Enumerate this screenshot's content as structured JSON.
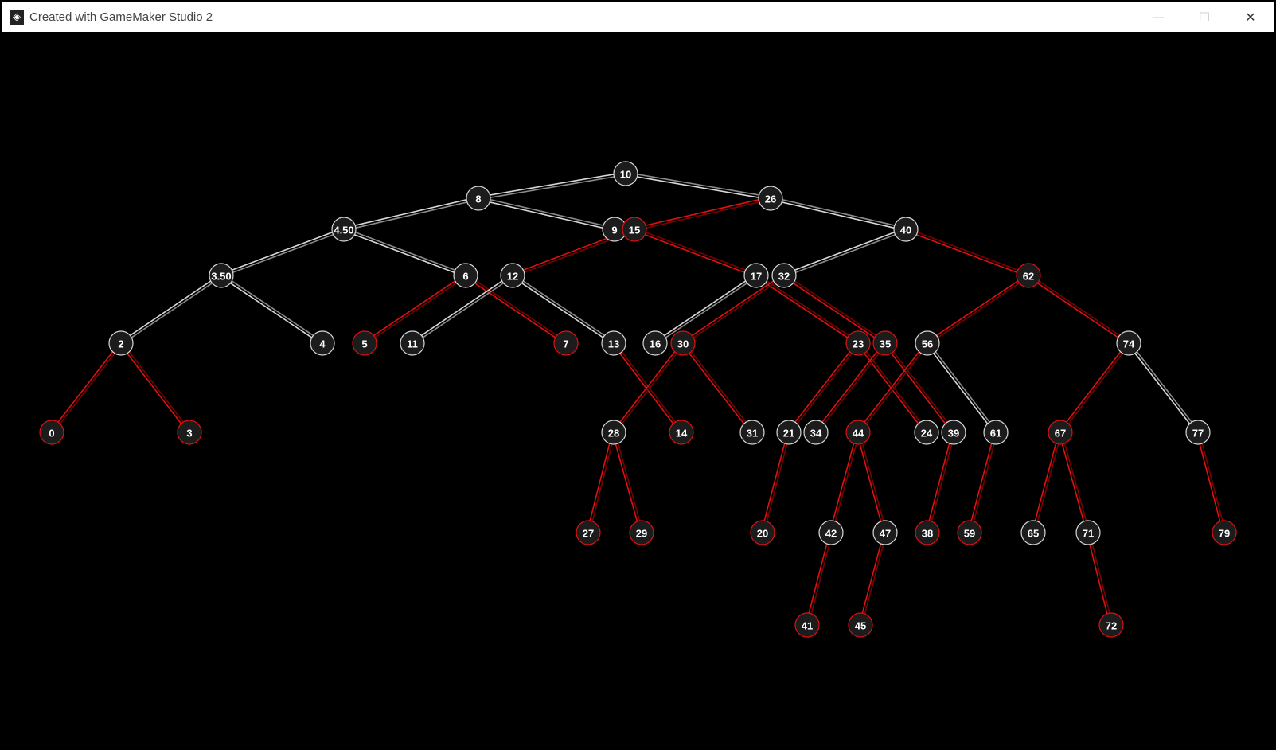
{
  "window": {
    "title": "Created with GameMaker Studio 2",
    "app_icon": "gamemaker-icon",
    "controls": {
      "minimize": "—",
      "maximize": "☐",
      "close": "✕"
    }
  },
  "colors": {
    "background": "#000000",
    "black_node_fill": "#1c1c1c",
    "black_node_stroke": "#d8d8d8",
    "red_node_stroke": "#e01010",
    "red_edge": "#e01010",
    "black_edge": "#d8d8d8"
  },
  "tree": {
    "nodes": [
      {
        "id": "10",
        "label": "10",
        "color": "black"
      },
      {
        "id": "8",
        "label": "8",
        "color": "black"
      },
      {
        "id": "26",
        "label": "26",
        "color": "black"
      },
      {
        "id": "4.50",
        "label": "4.50",
        "color": "black"
      },
      {
        "id": "9",
        "label": "9",
        "color": "black"
      },
      {
        "id": "15",
        "label": "15",
        "color": "red"
      },
      {
        "id": "40",
        "label": "40",
        "color": "black"
      },
      {
        "id": "3.50",
        "label": "3.50",
        "color": "black"
      },
      {
        "id": "6",
        "label": "6",
        "color": "black"
      },
      {
        "id": "12",
        "label": "12",
        "color": "black"
      },
      {
        "id": "17",
        "label": "17",
        "color": "black"
      },
      {
        "id": "32",
        "label": "32",
        "color": "black"
      },
      {
        "id": "62",
        "label": "62",
        "color": "red"
      },
      {
        "id": "2",
        "label": "2",
        "color": "black"
      },
      {
        "id": "4",
        "label": "4",
        "color": "black"
      },
      {
        "id": "5",
        "label": "5",
        "color": "red"
      },
      {
        "id": "11",
        "label": "11",
        "color": "black"
      },
      {
        "id": "7",
        "label": "7",
        "color": "red"
      },
      {
        "id": "13",
        "label": "13",
        "color": "black"
      },
      {
        "id": "16",
        "label": "16",
        "color": "black"
      },
      {
        "id": "30",
        "label": "30",
        "color": "red"
      },
      {
        "id": "23",
        "label": "23",
        "color": "red"
      },
      {
        "id": "35",
        "label": "35",
        "color": "red"
      },
      {
        "id": "56",
        "label": "56",
        "color": "black"
      },
      {
        "id": "74",
        "label": "74",
        "color": "black"
      },
      {
        "id": "0",
        "label": "0",
        "color": "red"
      },
      {
        "id": "3",
        "label": "3",
        "color": "red"
      },
      {
        "id": "28",
        "label": "28",
        "color": "black"
      },
      {
        "id": "14",
        "label": "14",
        "color": "red"
      },
      {
        "id": "31",
        "label": "31",
        "color": "black"
      },
      {
        "id": "21",
        "label": "21",
        "color": "black"
      },
      {
        "id": "34",
        "label": "34",
        "color": "black"
      },
      {
        "id": "44",
        "label": "44",
        "color": "red"
      },
      {
        "id": "24",
        "label": "24",
        "color": "black"
      },
      {
        "id": "39",
        "label": "39",
        "color": "black"
      },
      {
        "id": "61",
        "label": "61",
        "color": "black"
      },
      {
        "id": "67",
        "label": "67",
        "color": "red"
      },
      {
        "id": "77",
        "label": "77",
        "color": "black"
      },
      {
        "id": "27",
        "label": "27",
        "color": "red"
      },
      {
        "id": "29",
        "label": "29",
        "color": "red"
      },
      {
        "id": "20",
        "label": "20",
        "color": "red"
      },
      {
        "id": "42",
        "label": "42",
        "color": "black"
      },
      {
        "id": "47",
        "label": "47",
        "color": "black"
      },
      {
        "id": "38",
        "label": "38",
        "color": "red"
      },
      {
        "id": "59",
        "label": "59",
        "color": "red"
      },
      {
        "id": "65",
        "label": "65",
        "color": "black"
      },
      {
        "id": "71",
        "label": "71",
        "color": "black"
      },
      {
        "id": "79",
        "label": "79",
        "color": "red"
      },
      {
        "id": "41",
        "label": "41",
        "color": "red"
      },
      {
        "id": "45",
        "label": "45",
        "color": "red"
      },
      {
        "id": "72",
        "label": "72",
        "color": "red"
      }
    ],
    "edges": [
      {
        "from": "10",
        "to": "8",
        "color": "black"
      },
      {
        "from": "10",
        "to": "26",
        "color": "black"
      },
      {
        "from": "8",
        "to": "4.50",
        "color": "black"
      },
      {
        "from": "8",
        "to": "9",
        "color": "black"
      },
      {
        "from": "26",
        "to": "15",
        "color": "red"
      },
      {
        "from": "26",
        "to": "40",
        "color": "black"
      },
      {
        "from": "4.50",
        "to": "3.50",
        "color": "black"
      },
      {
        "from": "4.50",
        "to": "6",
        "color": "black"
      },
      {
        "from": "15",
        "to": "12",
        "color": "red"
      },
      {
        "from": "15",
        "to": "17",
        "color": "red"
      },
      {
        "from": "40",
        "to": "32",
        "color": "black"
      },
      {
        "from": "40",
        "to": "62",
        "color": "red"
      },
      {
        "from": "3.50",
        "to": "2",
        "color": "black"
      },
      {
        "from": "3.50",
        "to": "4",
        "color": "black"
      },
      {
        "from": "6",
        "to": "5",
        "color": "red"
      },
      {
        "from": "6",
        "to": "7",
        "color": "red"
      },
      {
        "from": "12",
        "to": "11",
        "color": "black"
      },
      {
        "from": "12",
        "to": "13",
        "color": "black"
      },
      {
        "from": "17",
        "to": "16",
        "color": "black"
      },
      {
        "from": "17",
        "to": "23",
        "color": "red"
      },
      {
        "from": "32",
        "to": "30",
        "color": "red"
      },
      {
        "from": "32",
        "to": "35",
        "color": "red"
      },
      {
        "from": "62",
        "to": "56",
        "color": "red"
      },
      {
        "from": "62",
        "to": "74",
        "color": "red"
      },
      {
        "from": "2",
        "to": "0",
        "color": "red"
      },
      {
        "from": "2",
        "to": "3",
        "color": "red"
      },
      {
        "from": "13",
        "to": "14",
        "color": "red"
      },
      {
        "from": "30",
        "to": "28",
        "color": "red"
      },
      {
        "from": "30",
        "to": "31",
        "color": "red"
      },
      {
        "from": "23",
        "to": "21",
        "color": "red"
      },
      {
        "from": "23",
        "to": "24",
        "color": "red"
      },
      {
        "from": "35",
        "to": "34",
        "color": "red"
      },
      {
        "from": "35",
        "to": "39",
        "color": "red"
      },
      {
        "from": "56",
        "to": "44",
        "color": "red"
      },
      {
        "from": "56",
        "to": "61",
        "color": "black"
      },
      {
        "from": "74",
        "to": "67",
        "color": "red"
      },
      {
        "from": "74",
        "to": "77",
        "color": "black"
      },
      {
        "from": "28",
        "to": "27",
        "color": "red"
      },
      {
        "from": "28",
        "to": "29",
        "color": "red"
      },
      {
        "from": "21",
        "to": "20",
        "color": "red"
      },
      {
        "from": "44",
        "to": "42",
        "color": "red"
      },
      {
        "from": "44",
        "to": "47",
        "color": "red"
      },
      {
        "from": "39",
        "to": "38",
        "color": "red"
      },
      {
        "from": "61",
        "to": "59",
        "color": "red"
      },
      {
        "from": "67",
        "to": "65",
        "color": "red"
      },
      {
        "from": "67",
        "to": "71",
        "color": "red"
      },
      {
        "from": "77",
        "to": "79",
        "color": "red"
      },
      {
        "from": "42",
        "to": "41",
        "color": "red"
      },
      {
        "from": "47",
        "to": "45",
        "color": "red"
      },
      {
        "from": "71",
        "to": "72",
        "color": "red"
      }
    ]
  }
}
